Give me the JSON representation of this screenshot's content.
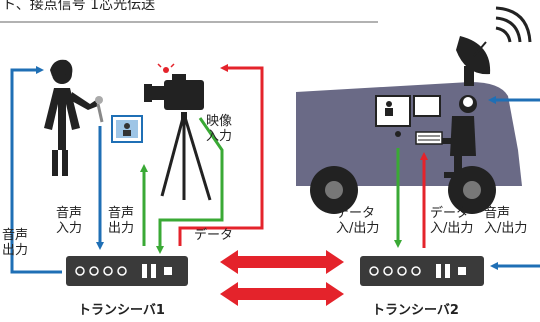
{
  "header": {
    "title": "ト、接点信号 1芯光伝送"
  },
  "labels": {
    "audio_out_left": "音声\n出力",
    "audio_in_mic": "音声\n入力",
    "audio_out_cam": "音声\n出力",
    "video_in": "映像\n入力",
    "data_cam": "データ",
    "data_io_1": "データ\n入/出力",
    "data_io_2": "データ\n入/出力",
    "audio_io": "音声\n入/出力"
  },
  "devices": {
    "transceiver_1": "トランシーバ1",
    "transceiver_2": "トランシーバ2"
  },
  "colors": {
    "blue": "#1f6fb5",
    "green": "#3aa935",
    "red": "#e4232b",
    "van": "#6a6a86",
    "device": "#3a3a3a"
  },
  "icons": [
    "woman-icon",
    "microphone-icon",
    "monitor-icon",
    "camera-icon",
    "tripod-icon",
    "van-icon",
    "satellite-dish-icon",
    "wifi-signal-icon",
    "operator-icon",
    "headset-icon",
    "keyboard-icon"
  ]
}
